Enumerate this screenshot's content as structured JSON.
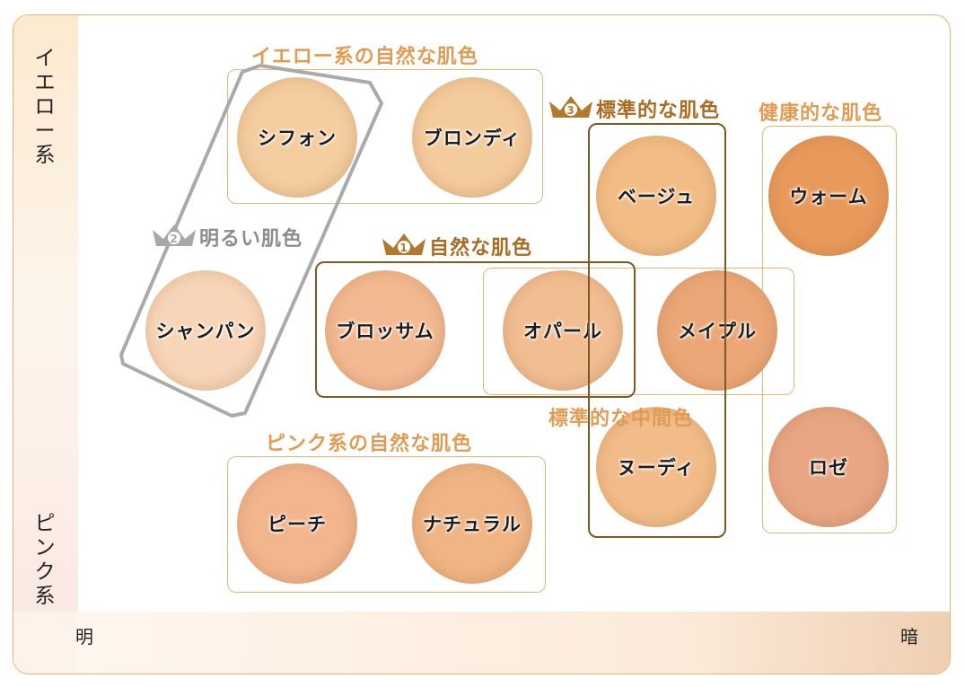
{
  "axes": {
    "y_top": [
      "イ",
      "エ",
      "ロ",
      "ー",
      "系"
    ],
    "y_bottom": [
      "ピ",
      "ン",
      "ク",
      "系"
    ],
    "x_left": "明",
    "x_right": "暗"
  },
  "groups": {
    "yellow": "イエロー系の自然な肌色",
    "pink": "ピンク系の自然な肌色",
    "rank1": "自然な肌色",
    "rank2": "明るい肌色",
    "rank3": "標準的な肌色",
    "healthy": "健康的な肌色",
    "middle": "標準的な中間色"
  },
  "ranks": {
    "one": "1",
    "two": "2",
    "three": "3"
  },
  "shades": [
    {
      "label": "シフォン",
      "color": "#f4cda0"
    },
    {
      "label": "ブロンディ",
      "color": "#f4cb9d"
    },
    {
      "label": "ベージュ",
      "color": "#f2bd85"
    },
    {
      "label": "ウォーム",
      "color": "#e89a5c"
    },
    {
      "label": "シャンパン",
      "color": "#f8d5b8"
    },
    {
      "label": "ブロッサム",
      "color": "#f2b992"
    },
    {
      "label": "オパール",
      "color": "#f1bd92"
    },
    {
      "label": "メイプル",
      "color": "#eba777"
    },
    {
      "label": "ヌーディ",
      "color": "#f2bc8a"
    },
    {
      "label": "ロゼ",
      "color": "#e8a684"
    },
    {
      "label": "ピーチ",
      "color": "#f2b58e"
    },
    {
      "label": "ナチュラル",
      "color": "#f0b585"
    }
  ]
}
